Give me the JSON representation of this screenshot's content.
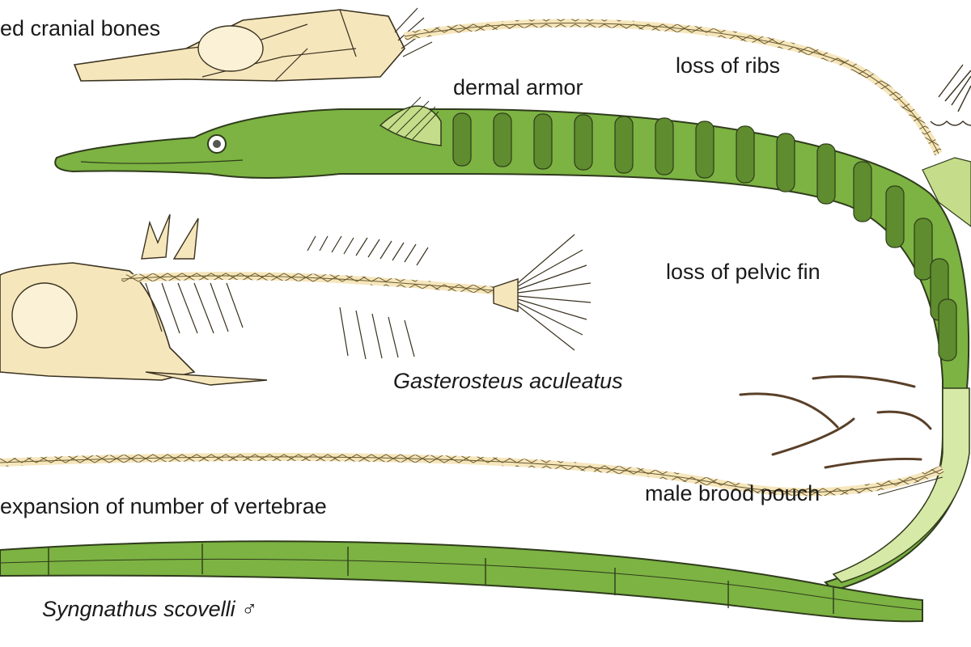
{
  "labels": {
    "cranial": "ed cranial bones",
    "ribs": "loss of ribs",
    "armor": "dermal armor",
    "pelvic": "loss of pelvic fin",
    "vertebrae": "expansion of number of vertebrae",
    "pouch": "male brood pouch"
  },
  "species": {
    "stickleback": "Gasterosteus aculeatus",
    "pipefish": "Syngnathus scovelli ♂"
  },
  "colors": {
    "body_green": "#7cb342",
    "band_green": "#5e8c2e",
    "bone": "#f6e6bc",
    "pouch": "#d7e9a6",
    "outline": "#2f3b1c",
    "juvenile": "#8a6a4a"
  }
}
